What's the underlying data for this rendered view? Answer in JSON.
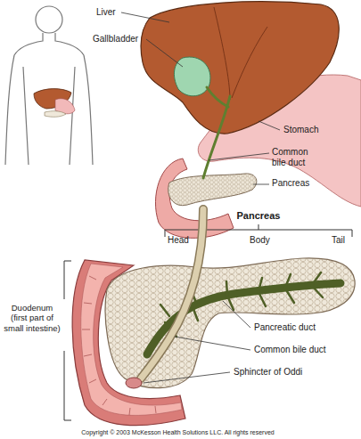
{
  "diagram": {
    "labels": [
      "Liver",
      "Gallbladder",
      "Stomach",
      "Common bile duct",
      "Pancreas",
      "Pancreas",
      "Head",
      "Body",
      "Tail",
      "Duodenum (first part of small intestine)",
      "Pancreatic duct",
      "Common bile duct",
      "Sphincter of Oddi",
      "Copyright © 2003 McKesson Health Solutions LLC. All rights reserved"
    ]
  }
}
